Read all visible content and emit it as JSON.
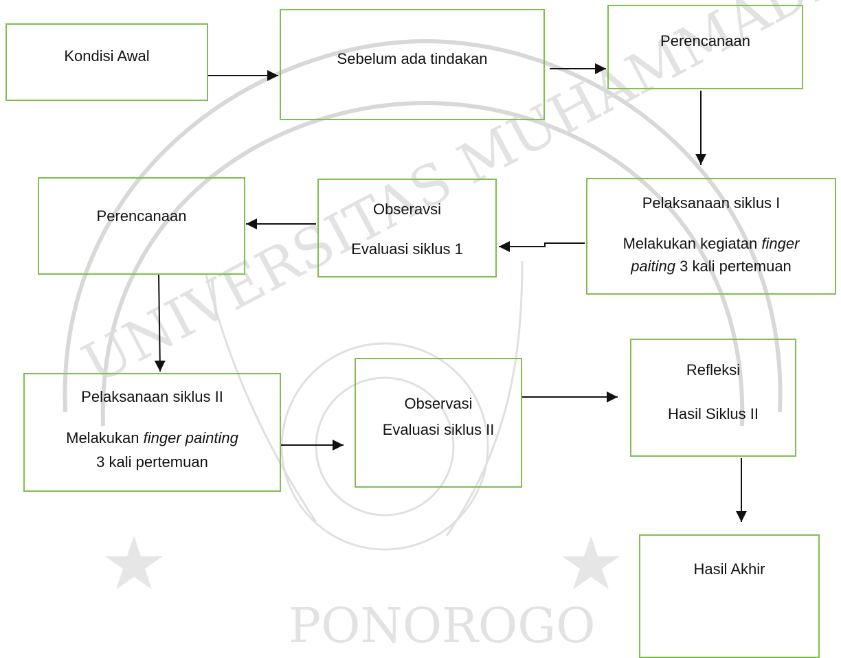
{
  "boxes": {
    "kondisi_awal": "Kondisi Awal",
    "sebelum": "Sebelum ada tindakan",
    "perencanaan_1": "Perencanaan",
    "pelaksanaan_1": {
      "title": "Pelaksanaan siklus I",
      "line1_pre": "Melakukan kegiatan ",
      "line1_em": "finger",
      "line2_em": "paiting",
      "line2_post": " 3 kali pertemuan"
    },
    "observasi_1": {
      "title": "Obseravsi",
      "subtitle": "Evaluasi siklus 1"
    },
    "perencanaan_2": "Perencanaan",
    "pelaksanaan_2": {
      "title": "Pelaksanaan siklus II",
      "line1_pre": "Melakukan ",
      "line1_em": "finger painting",
      "line2": "3 kali pertemuan"
    },
    "observasi_2": {
      "title": "Observasi",
      "subtitle": "Evaluasi siklus II"
    },
    "refleksi": {
      "title": "Refleksi",
      "subtitle": "Hasil Siklus II"
    },
    "hasil_akhir": "Hasil Akhir"
  },
  "watermark": {
    "arc_text": "UNIVERSITAS MUHAMMADIYAH",
    "bottom_text": "PONOROGO"
  },
  "colors": {
    "box_border": "#7fbf4d",
    "arrow": "#111111",
    "watermark": "#d6d6d6"
  }
}
